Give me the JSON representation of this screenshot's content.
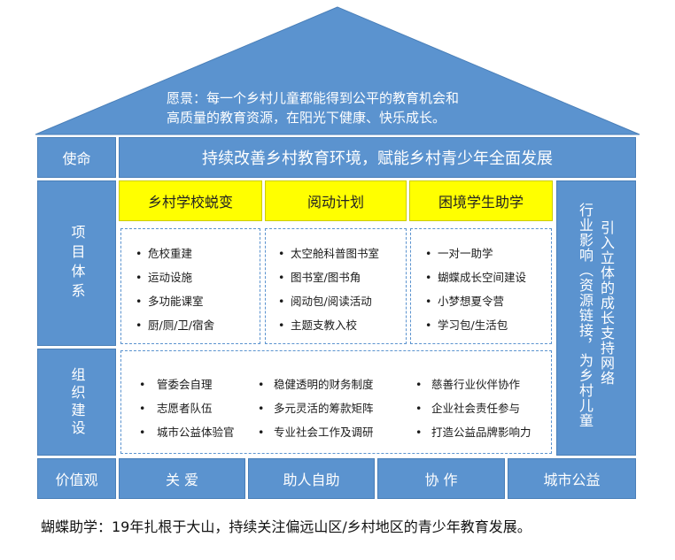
{
  "vision": {
    "line1": "愿景：每一个乡村儿童都能得到公平的教育机会和",
    "line2": "高质量的教育资源，在阳光下健康、快乐成长。"
  },
  "mission": {
    "label": "使命",
    "text": "持续改善乡村教育环境，赋能乡村青少年全面发展"
  },
  "projects": {
    "label": "项目体系",
    "columns": [
      {
        "title": "乡村学校蜕变",
        "items": [
          "危校重建",
          "运动设施",
          "多功能课室",
          "厨/厕/卫/宿舍"
        ]
      },
      {
        "title": "阅动计划",
        "items": [
          "太空舱科普图书室",
          "图书室/图书角",
          "阅动包/阅读活动",
          "主题支教入校"
        ]
      },
      {
        "title": "困境学生助学",
        "items": [
          "一对一助学",
          "蝴蝶成长空间建设",
          "小梦想夏令营",
          "学习包/生活包"
        ]
      }
    ]
  },
  "impact": {
    "col1": "引入立体的成长支持网络",
    "col2": "行业影响（资源链接，为乡村儿童"
  },
  "organization": {
    "label": "组织建设",
    "columns": [
      {
        "items": [
          "管委会自理",
          "志愿者队伍",
          "城市公益体验官"
        ]
      },
      {
        "items": [
          "稳健透明的财务制度",
          "多元灵活的筹款矩阵",
          "专业社会工作及调研"
        ]
      },
      {
        "items": [
          "慈善行业伙伴协作",
          "企业社会责任参与",
          "打造公益品牌影响力"
        ]
      }
    ]
  },
  "values": {
    "label": "价值观",
    "items": [
      "关 爱",
      "助人自助",
      "协 作",
      "城市公益"
    ]
  },
  "footer": "蝴蝶助学：19年扎根于大山，持续关注偏远山区/乡村地区的青少年教育发展。",
  "colors": {
    "primary_blue": "#5b93cf",
    "highlight_yellow": "#ffff00",
    "background": "#ffffff"
  }
}
